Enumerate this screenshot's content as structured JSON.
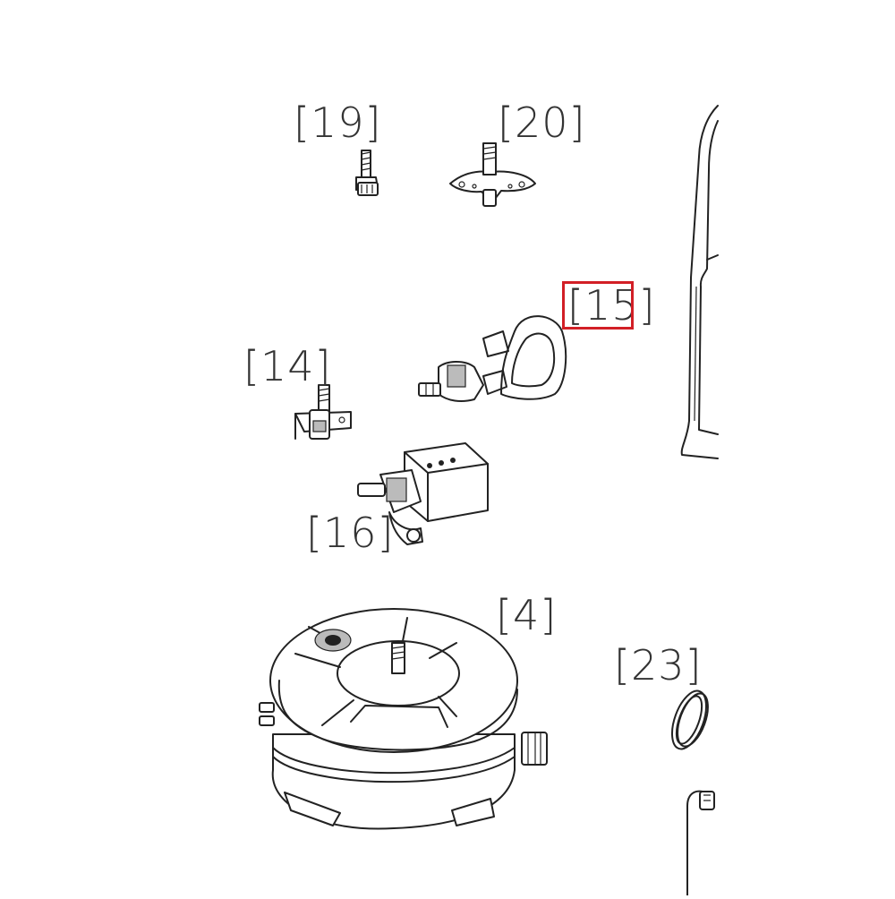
{
  "diagram": {
    "callouts": [
      {
        "id": "19",
        "text": "[19]"
      },
      {
        "id": "20",
        "text": "[20]"
      },
      {
        "id": "15",
        "text": "[15]"
      },
      {
        "id": "14",
        "text": "[14]"
      },
      {
        "id": "16",
        "text": "[16]"
      },
      {
        "id": "4",
        "text": "[4]"
      },
      {
        "id": "23",
        "text": "[23]"
      }
    ],
    "highlight_callout": "15",
    "colors": {
      "highlight": "#d21f26",
      "line": "#222222",
      "background": "#ffffff"
    },
    "icons": [
      "screw-icon",
      "bracket-fitting-icon",
      "hose-valve-icon",
      "small-valve-icon",
      "solenoid-valve-icon",
      "pump-motor-icon",
      "seal-ring-icon",
      "wire-connector-icon",
      "cabinet-outline-icon"
    ]
  }
}
